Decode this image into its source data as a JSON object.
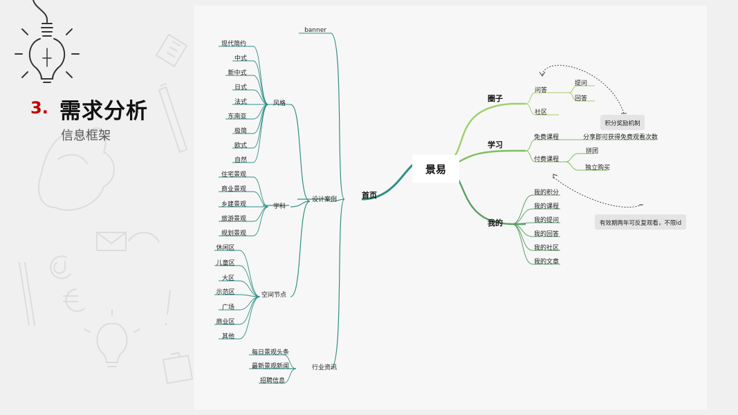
{
  "slide": {
    "section_number": "3.",
    "title": "需求分析",
    "subtitle": "信息框架"
  },
  "mindmap": {
    "root": "景易",
    "home": {
      "label": "首页",
      "banner": "banner",
      "design_cases": {
        "label": "设计案例",
        "style": {
          "label": "风格",
          "items": [
            "现代简约",
            "中式",
            "新中式",
            "日式",
            "法式",
            "东南亚",
            "极简",
            "欧式",
            "自然"
          ]
        },
        "discipline": {
          "label": "学科",
          "items": [
            "住宅景观",
            "商业景观",
            "乡建景观",
            "旅游景观",
            "规划景观"
          ]
        },
        "space_node": {
          "label": "空间节点",
          "items": [
            "休闲区",
            "儿童区",
            "大区",
            "示范区",
            "广场",
            "商业区",
            "其他"
          ]
        }
      },
      "industry_news": {
        "label": "行业资讯",
        "items": [
          "每日景观头条",
          "最新景观新闻",
          "招聘信息"
        ]
      }
    },
    "circle": {
      "label": "圈子",
      "qa": {
        "label": "问答",
        "items": [
          "提问",
          "回答"
        ]
      },
      "community": "社区"
    },
    "study": {
      "label": "学习",
      "free_course": {
        "label": "免费课程",
        "detail": "分享即可获得免费观看次数"
      },
      "paid_course": {
        "label": "付费课程",
        "items": [
          "拼团",
          "独立购买"
        ]
      }
    },
    "mine": {
      "label": "我的",
      "items": [
        "我的积分",
        "我的课程",
        "我的提问",
        "我的回答",
        "我的社区",
        "我的文章"
      ]
    },
    "notes": {
      "points_reward": "积分奖励机制",
      "validity": "有效期两年可反复观看，不限id"
    }
  },
  "colors": {
    "accent_red": "#c00000",
    "home_branch": "#2e8f83",
    "circle_branch": "#9ccf6a",
    "study_branch": "#7fbf5a",
    "mine_branch": "#5aa067"
  }
}
